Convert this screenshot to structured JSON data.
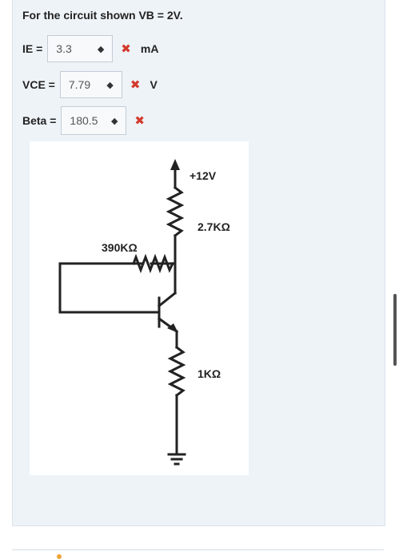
{
  "question": "For the circuit shown  VB = 2V.",
  "fields": [
    {
      "label": "IE =",
      "value": "3.3",
      "unit": "mA"
    },
    {
      "label": "VCE =",
      "value": "7.79",
      "unit": "V"
    },
    {
      "label": "Beta =",
      "value": "180.5",
      "unit": ""
    }
  ],
  "incorrect_mark": "✖",
  "select_arrows": "◆",
  "circuit": {
    "supply": "+12V",
    "rc": "2.7KΩ",
    "rb": "390KΩ",
    "re": "1KΩ"
  },
  "colors": {
    "panel": "#eef3f8",
    "error": "#d33a2c"
  }
}
